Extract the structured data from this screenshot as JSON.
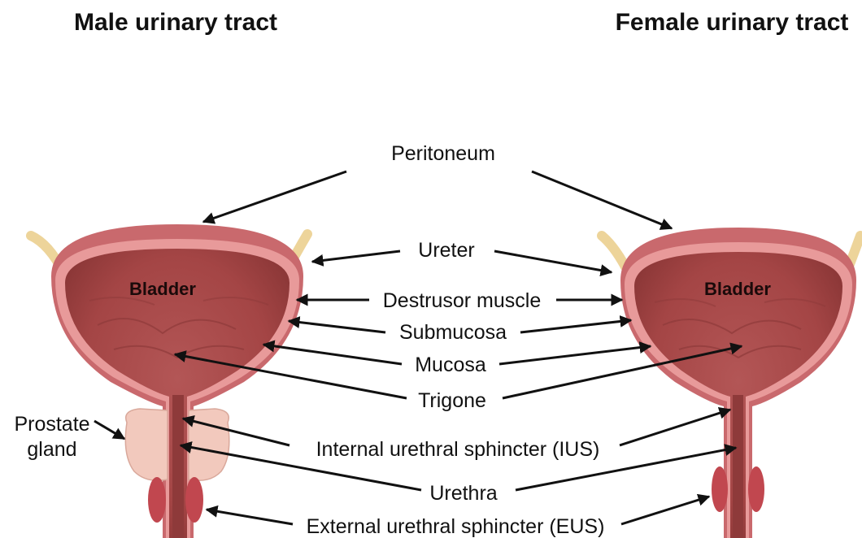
{
  "titles": {
    "male": "Male urinary tract",
    "female": "Female urinary tract"
  },
  "organs": {
    "bladder_male": "Bladder",
    "bladder_female": "Bladder",
    "prostate_line1": "Prostate",
    "prostate_line2": "gland"
  },
  "labels": {
    "peritoneum": "Peritoneum",
    "ureter": "Ureter",
    "destrusor": "Destrusor muscle",
    "submucosa": "Submucosa",
    "mucosa": "Mucosa",
    "trigone": "Trigone",
    "ius": "Internal urethral sphincter (IUS)",
    "urethra": "Urethra",
    "eus": "External urethral sphincter (EUS)"
  },
  "colors": {
    "serosa": "#c9696d",
    "muscle_layer": "#e89a9a",
    "bladder_inner": "#a84848",
    "bladder_dark": "#8e3a3a",
    "ureter": "#edd49a",
    "prostate": "#f2c9bd",
    "sphincter": "#c1474f",
    "arrow": "#111111"
  }
}
